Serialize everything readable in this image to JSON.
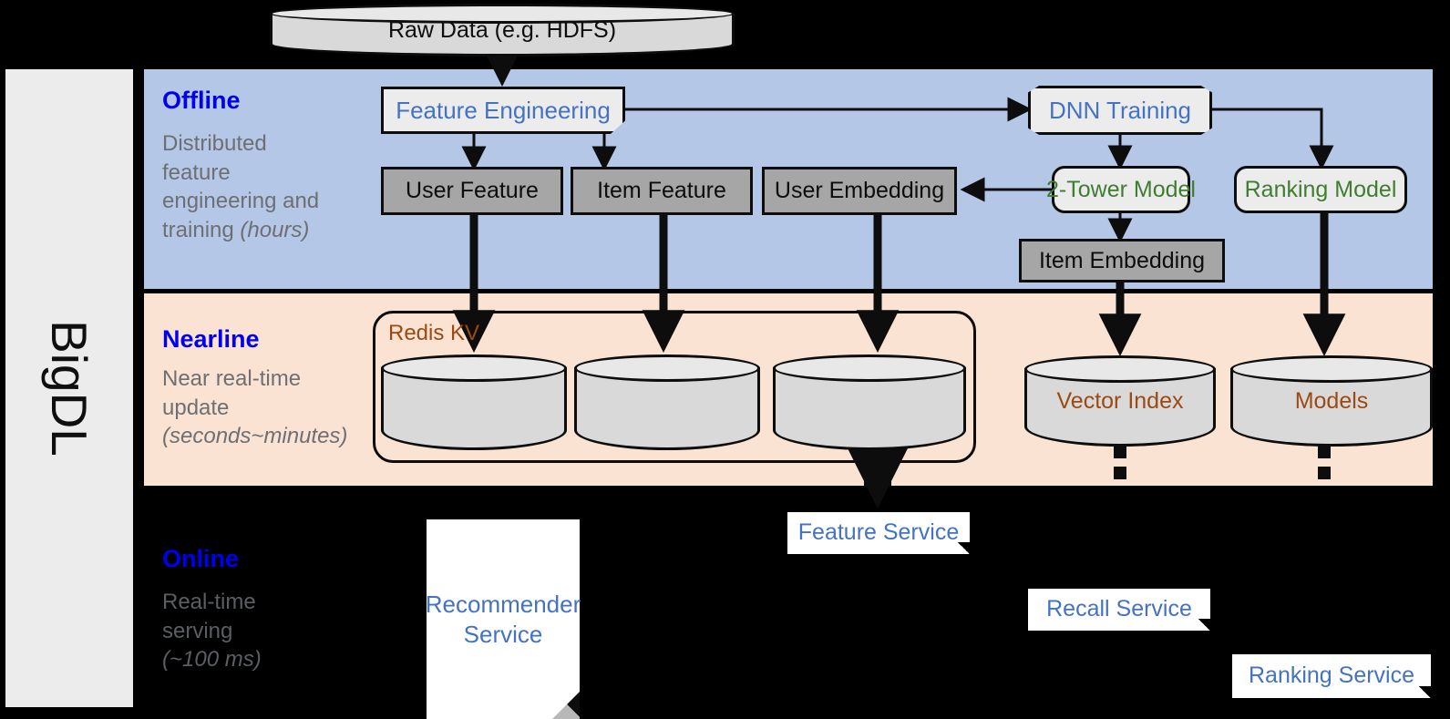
{
  "sidebar": {
    "label": "BigDL"
  },
  "bands": {
    "offline": {
      "title": "Offline",
      "desc_line1": "Distributed",
      "desc_line2": "feature",
      "desc_line3": "engineering and",
      "desc_line4": "training ",
      "desc_emph": "(hours)"
    },
    "nearline": {
      "title": "Nearline",
      "desc_line1": "Near real-time",
      "desc_line2": "update",
      "desc_emph": "(seconds~minutes)"
    },
    "online": {
      "title": "Online",
      "desc_line1": "Real-time",
      "desc_line2": "serving",
      "desc_emph": "(~100 ms)"
    }
  },
  "nodes": {
    "raw_data": "Raw Data (e.g. HDFS)",
    "feature_engineering": "Feature Engineering",
    "dnn_training": "DNN Training",
    "user_feature": "User Feature",
    "item_feature": "Item Feature",
    "user_embedding": "User Embedding",
    "two_tower_model": "2-Tower Model",
    "ranking_model": "Ranking Model",
    "item_embedding": "Item Embedding",
    "redis_kv": "Redis KV",
    "vector_index": "Vector Index",
    "models": "Models",
    "recommender_service_line1": "Recommender",
    "recommender_service_line2": "Service",
    "feature_service": "Feature Service",
    "recall_service": "Recall Service",
    "ranking_service": "Ranking Service"
  },
  "colors": {
    "offline_band": "#b4c7e7",
    "nearline_band": "#fbe3d3",
    "online_band": "#000000",
    "band_title": "#0000f0",
    "band_desc": "#6d6f73",
    "data_box": "#a6a6a6",
    "process_box": "#ececec",
    "blue_text": "#4472c4",
    "green_text": "#3f7d2f",
    "brown_text": "#9c4a12",
    "sidebar_bg": "#ececec"
  }
}
